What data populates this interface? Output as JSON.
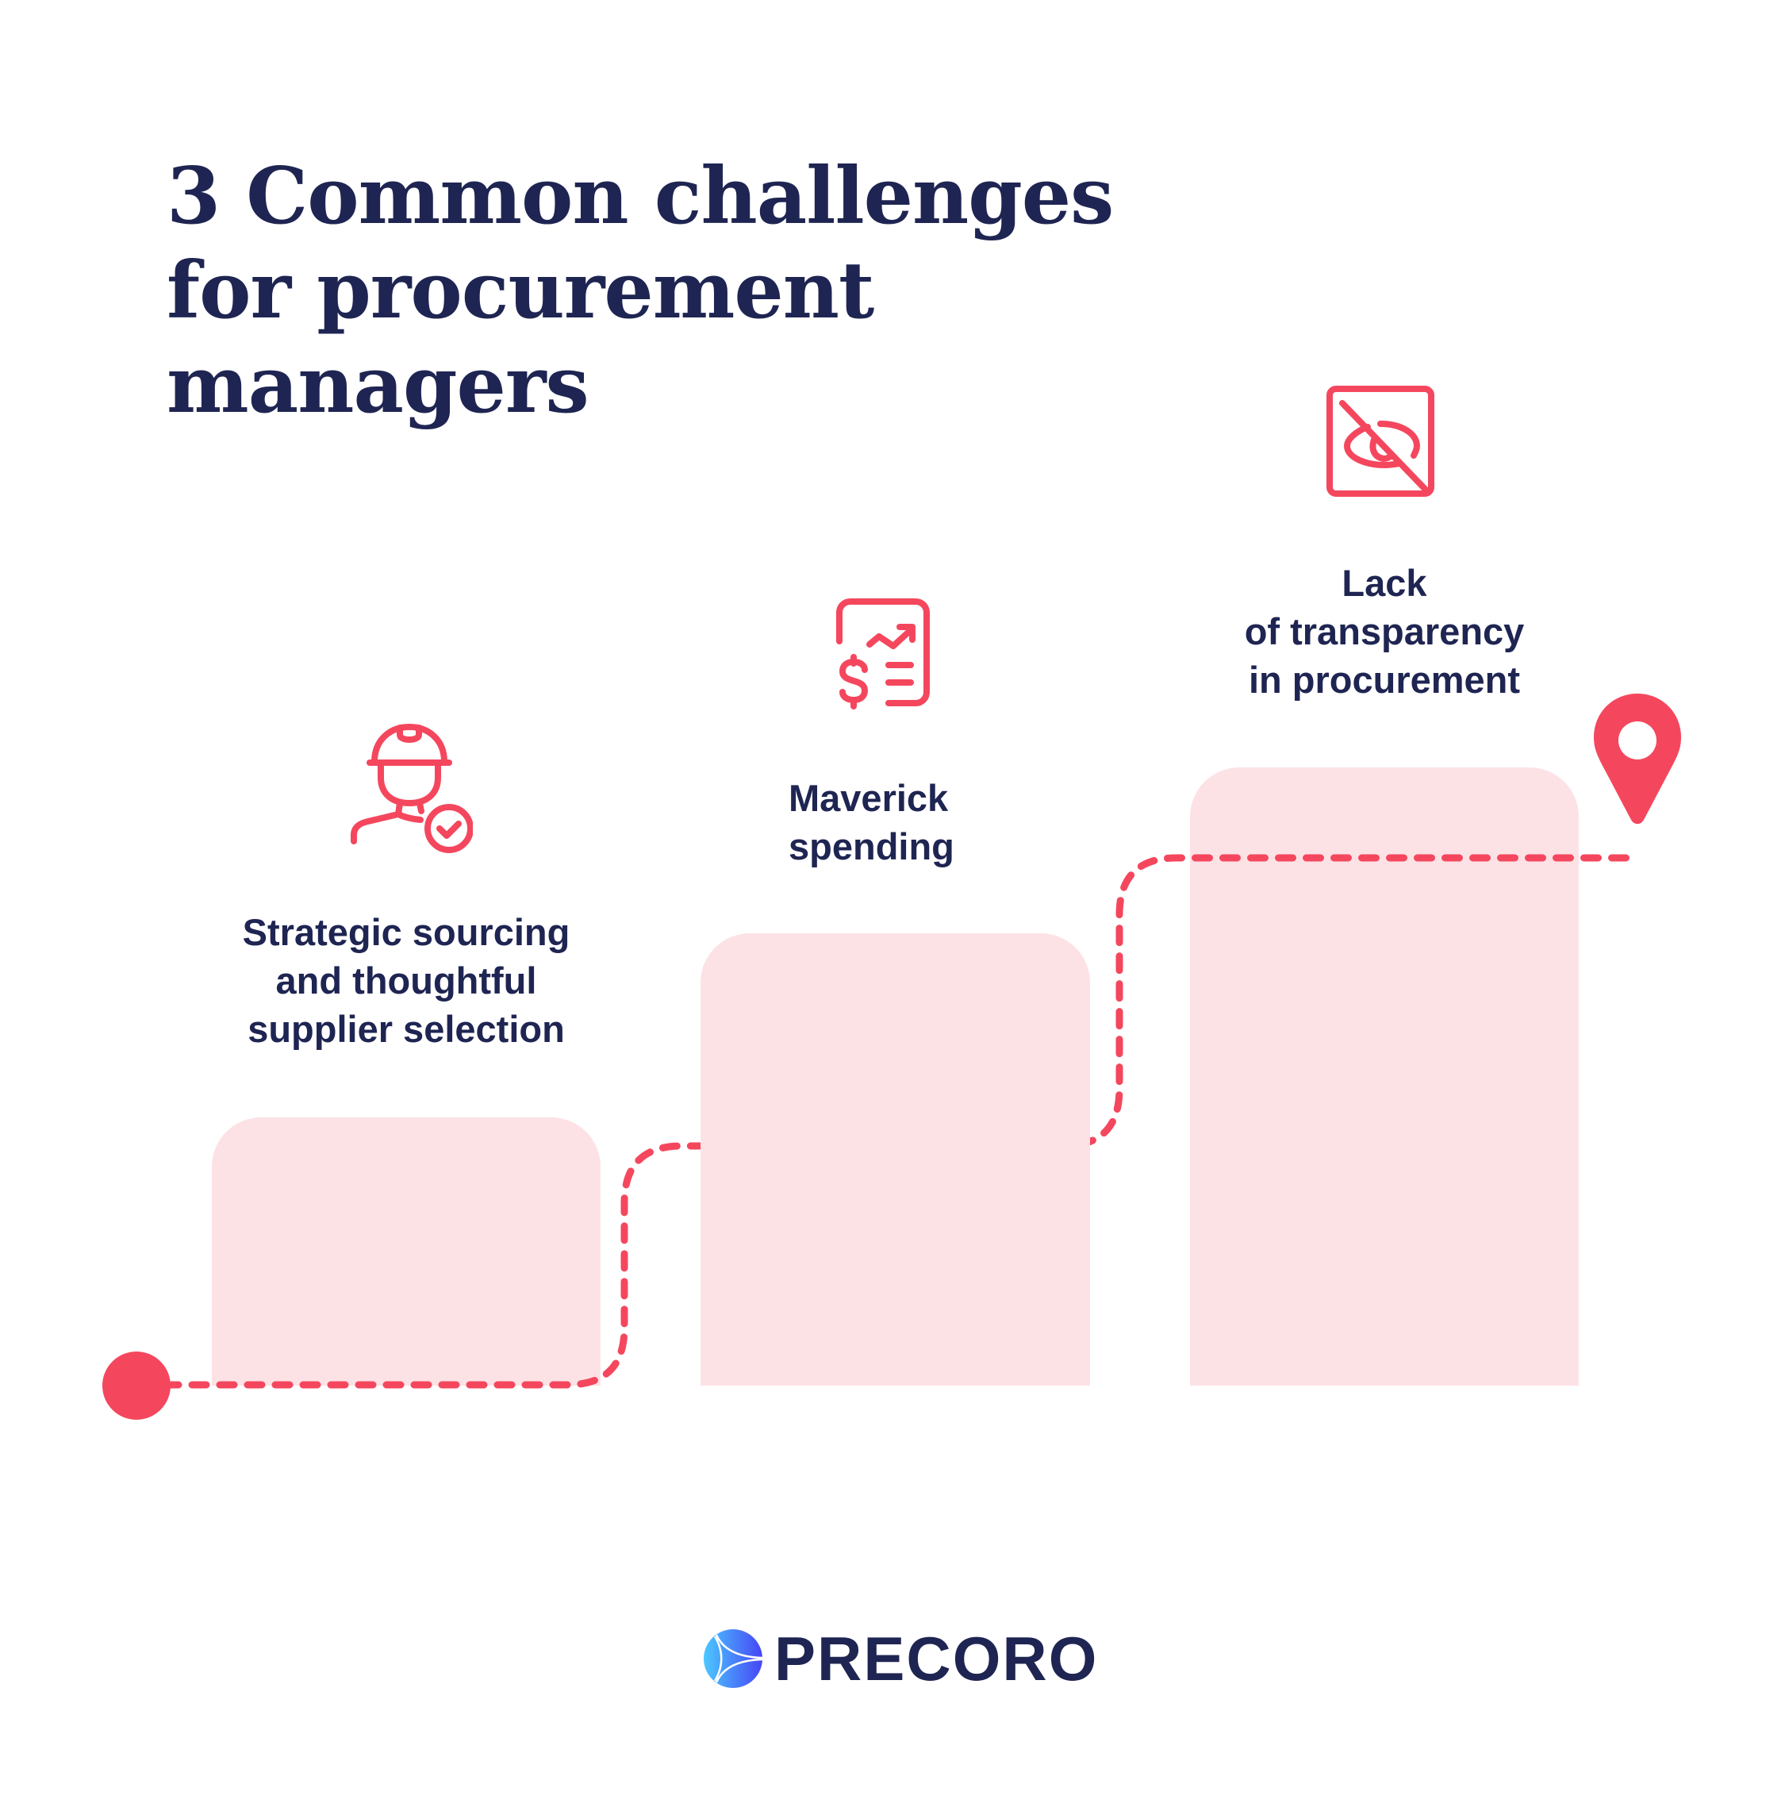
{
  "title": {
    "lines": [
      "3 Common challenges",
      "for procurement",
      "managers"
    ]
  },
  "colors": {
    "accent": "#F4475E",
    "bar_fill": "#FDE2E5",
    "text": "#1F2552",
    "logo_gradient_start": "#4CC8FF",
    "logo_gradient_end": "#4646F5",
    "background": "#FFFFFF"
  },
  "steps": [
    {
      "icon": "worker-hardhat-check-icon",
      "label_lines": [
        "Strategic sourcing",
        "and thoughtful",
        "supplier selection"
      ]
    },
    {
      "icon": "dollar-report-trend-icon",
      "label_lines": [
        "Maverick",
        "spending"
      ]
    },
    {
      "icon": "eye-slash-icon",
      "label_lines": [
        "Lack",
        "of transparency",
        "in procurement"
      ]
    }
  ],
  "path": {
    "start_marker": "start-dot",
    "end_marker": "location-pin-icon"
  },
  "brand": {
    "name": "PRECORO",
    "logo_icon": "precoro-logo-icon"
  }
}
